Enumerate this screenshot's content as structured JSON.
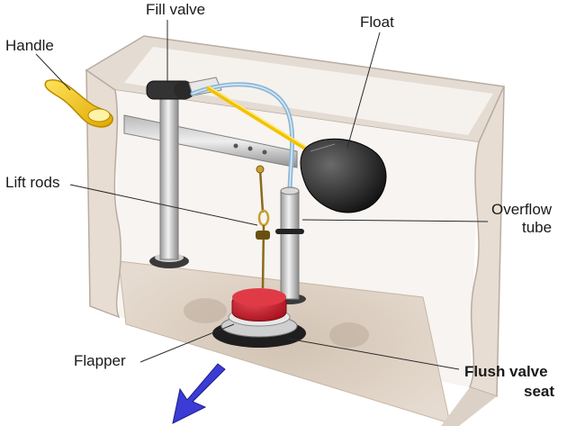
{
  "labels": {
    "fill_valve": "Fill valve",
    "float": "Float",
    "handle": "Handle",
    "lift_rods": "Lift rods",
    "overflow_line1": "Overflow",
    "overflow_line2": "tube",
    "flapper": "Flapper",
    "flush_line1": "Flush valve",
    "flush_line2": "seat"
  },
  "colors": {
    "tank_wall": "#d9cfc6",
    "tank_interior": "#f7f4f1",
    "tank_floor": "#e2d6c9",
    "handle": "#f2c200",
    "float_ball": "#2a2a2a",
    "flapper": "#c81e2c",
    "arrow": "#3b3bd6",
    "water_tube": "#8fb6d6",
    "chain": "#8a6a1a"
  },
  "icons": {
    "flow_arrow": "arrow-down-left-icon"
  }
}
